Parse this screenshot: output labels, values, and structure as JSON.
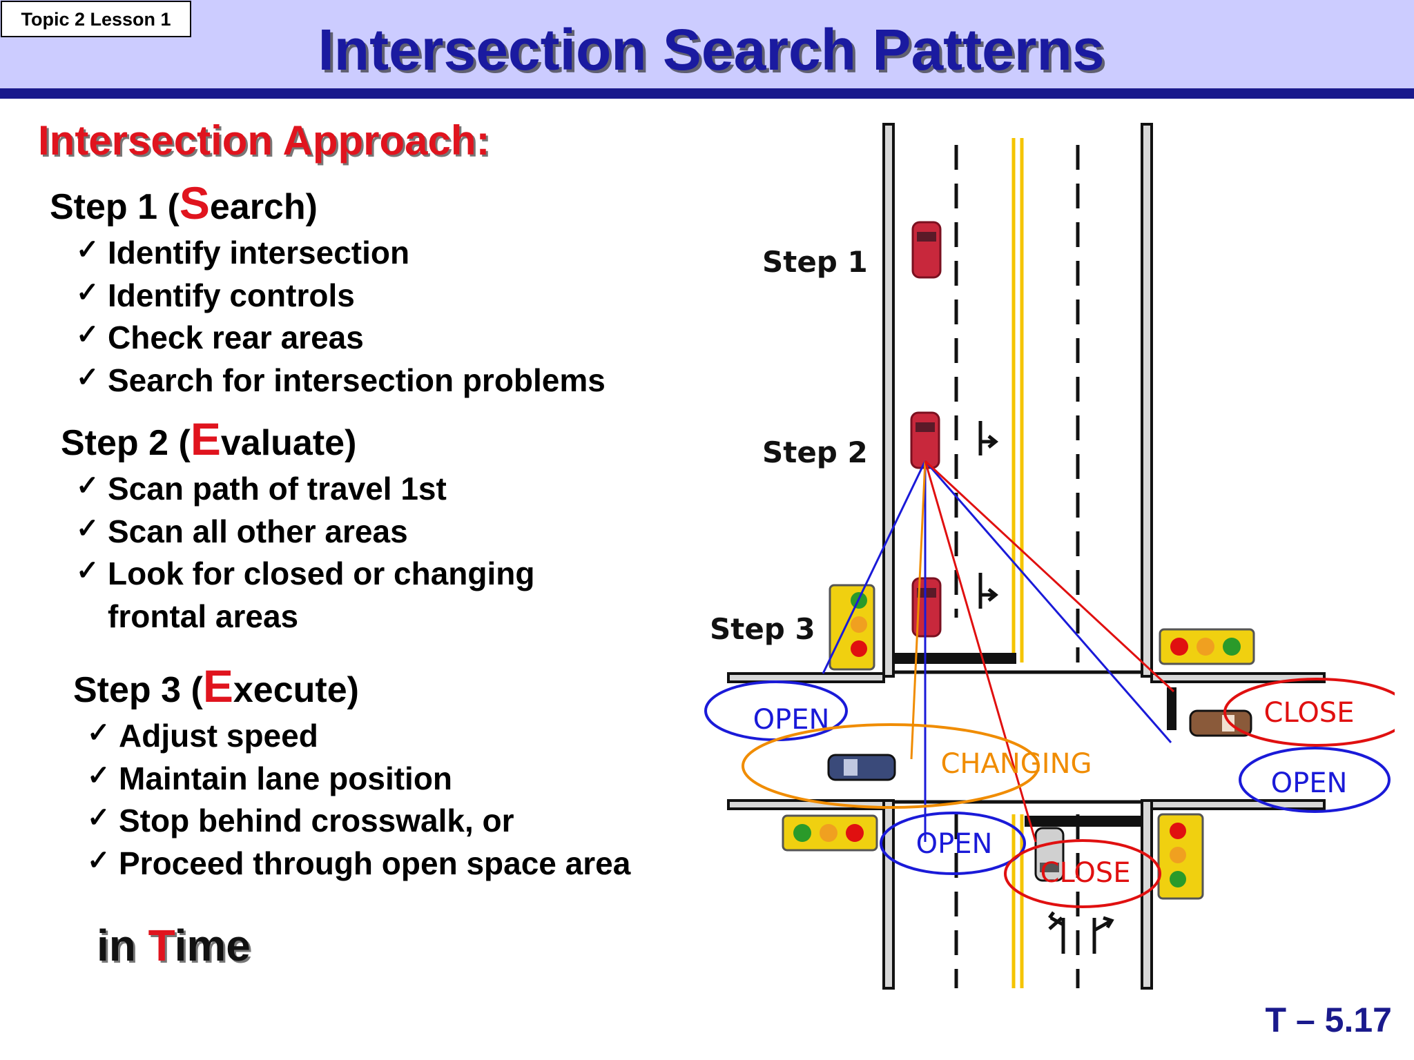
{
  "header": {
    "topic_label": "Topic 2  Lesson 1",
    "title": "Intersection Search Patterns"
  },
  "content": {
    "subtitle": "Intersection Approach:",
    "steps": [
      {
        "prefix": "Step 1 (",
        "letter": "S",
        "suffix": "earch)",
        "bullets": [
          "Identify intersection",
          "Identify controls",
          "Check rear areas",
          "Search for intersection problems"
        ]
      },
      {
        "prefix": "Step 2 (",
        "letter": "E",
        "suffix": "valuate)",
        "bullets": [
          "Scan path of travel 1st",
          "Scan all other areas",
          "Look for closed or changing",
          "frontal areas"
        ]
      },
      {
        "prefix": "Step 3 (",
        "letter": "E",
        "suffix": "xecute)",
        "bullets": [
          "Adjust speed",
          "Maintain lane position",
          "Stop behind crosswalk, or",
          "Proceed through open space area"
        ]
      }
    ],
    "in_time": {
      "part1": "in ",
      "letter": "T",
      "part2": "ime"
    },
    "check_glyph": "✓"
  },
  "diagram": {
    "step_labels": [
      "Step 1",
      "Step 2",
      "Step 3"
    ],
    "zone_labels": {
      "open_left": "OPEN",
      "changing": "CHANGING",
      "close_right": "CLOSE",
      "open_right": "OPEN",
      "open_bottom": "OPEN",
      "close_bottom": "CLOSE"
    },
    "colors": {
      "open": "#1a1ad8",
      "close": "#e01010",
      "changing": "#f08c00",
      "road_edge": "#111111",
      "center_line": "#f5c400",
      "car_red": "#c8283c",
      "signal_body": "#f0d010"
    }
  },
  "footer": {
    "page_id": "T – 5.17"
  },
  "theme": {
    "banner": "#ccccff",
    "title_color": "#1a1aa0",
    "accent_red": "#e0141e",
    "rule": "#1a1a8c"
  }
}
